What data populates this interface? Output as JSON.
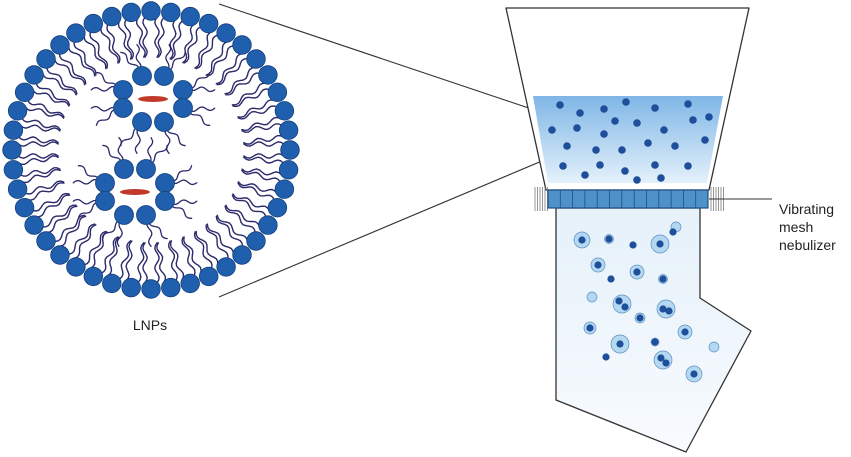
{
  "labels": {
    "lnp": "LNPs",
    "device_line1": "Vibrating",
    "device_line2": "mesh",
    "device_line3": "nebulizer"
  },
  "colors": {
    "lipid_head": "#1f5fae",
    "lipid_head_stroke": "#163f7a",
    "lipid_tail": "#2b2a6a",
    "payload": "#c0392b",
    "liquid_top": "#7fb6e6",
    "liquid_bottom": "#e4f1fb",
    "mesh": "#4f91c9",
    "mesh_dark": "#1f4f86",
    "droplet": "#a9d2f0",
    "particle": "#1f4f9a",
    "outline": "#333333",
    "chamber_fill": "#f2f8fd"
  }
}
